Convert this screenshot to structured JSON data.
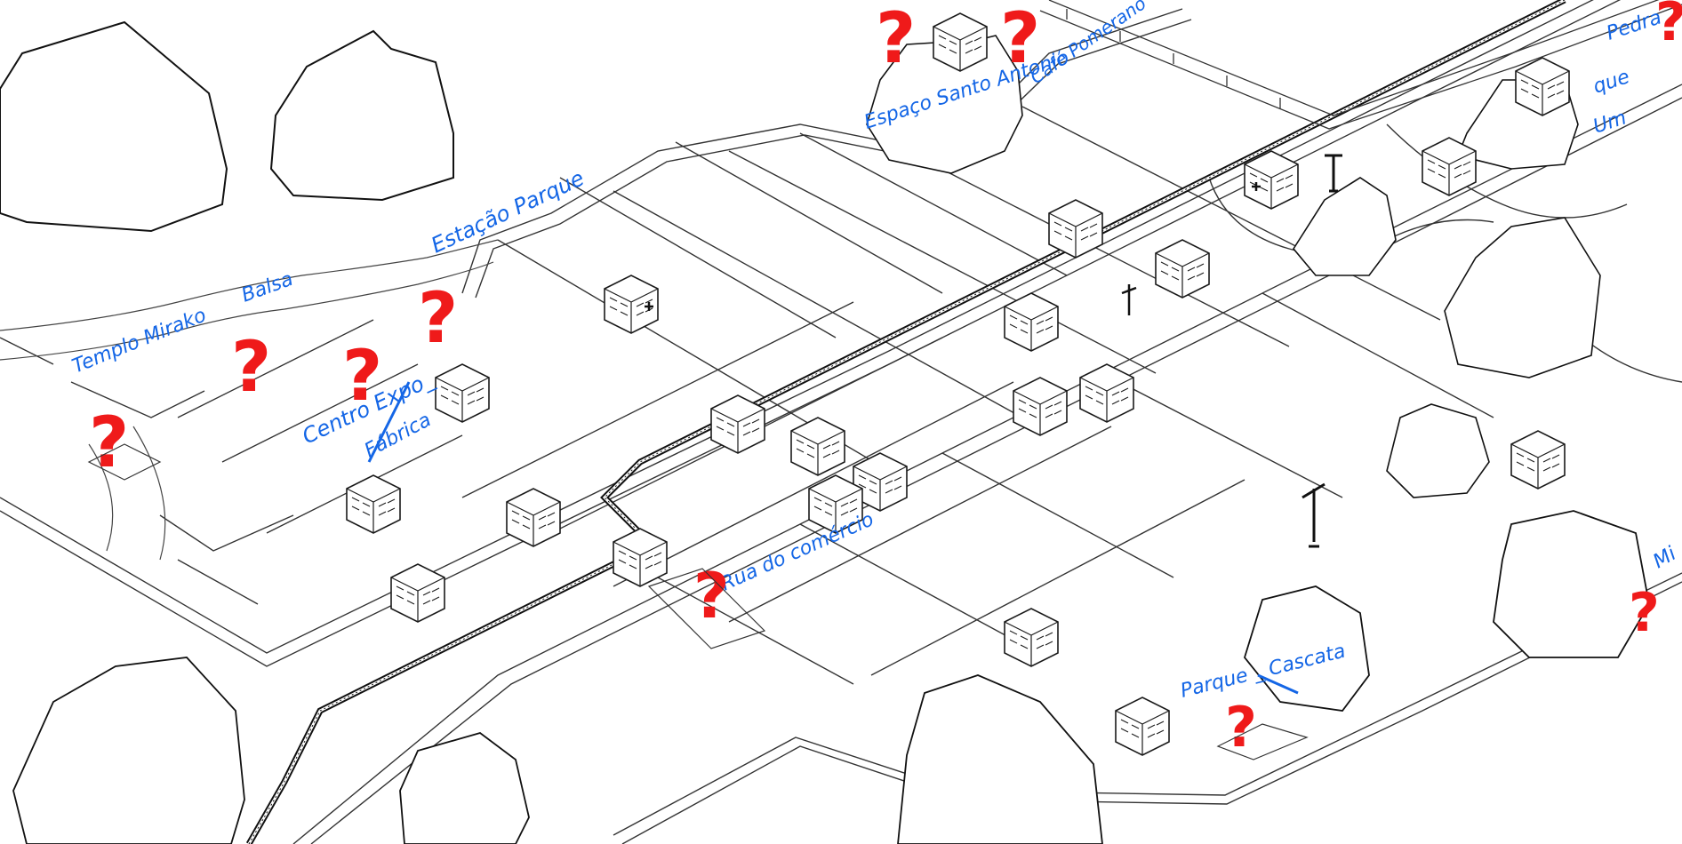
{
  "map": {
    "colors": {
      "ink": "#1a1a1a",
      "annotation": "#1466e6",
      "marker": "#ef1a1a",
      "background": "#ffffff"
    },
    "labels": {
      "templo": "Templo Mirako",
      "balsa": "Balsa",
      "estacao_parque": "Estação Parque",
      "centro_expo": "Centro Expo_",
      "fabrica": "Fábrica",
      "espaco": "Espaço Santo Antonio",
      "cafe": "Café Pomerano",
      "rua_comercio": "Rua do comércio",
      "parque": "Parque _ Cascata",
      "top_right_1": "Pedra",
      "top_right_2": "que",
      "top_right_3": "Um",
      "far_right": "Mi"
    },
    "markers": {
      "symbol": "?",
      "names": [
        "templo",
        "balsa",
        "centro-expo",
        "estacao-parque",
        "espaco-santo-antonio",
        "cafe-pomerano",
        "top-right",
        "rua-do-comercio",
        "parque-cascata",
        "far-right"
      ]
    }
  }
}
